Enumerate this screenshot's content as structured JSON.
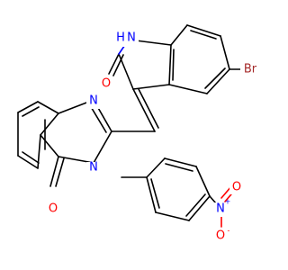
{
  "colors": {
    "carbon_bond": "#000000",
    "nitrogen": "#0000ff",
    "oxygen": "#ff0000",
    "bromine": "#a52a2a",
    "background": "#ffffff"
  },
  "atoms": {
    "nh": "H",
    "n_indole": "N",
    "o_indole": "O",
    "br": "Br",
    "n1_quin": "N",
    "n3_quin": "N",
    "o_quin": "O",
    "n_nitro": "N",
    "n_nitro_charge": "+",
    "o_nitro_top": "O",
    "o_nitro_bottom": "O",
    "o_nitro_charge": "-"
  }
}
